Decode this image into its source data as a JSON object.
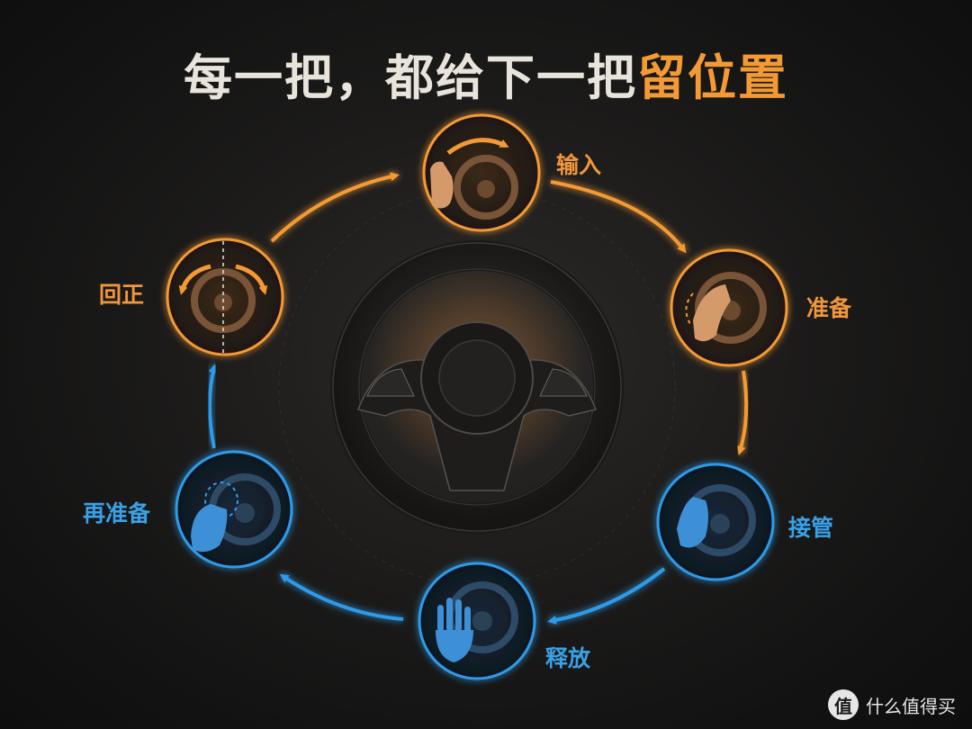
{
  "title": {
    "main": "每一把，都给下一把",
    "accent": "留位置"
  },
  "steps": [
    {
      "label": "输入",
      "phase": "orange"
    },
    {
      "label": "准备",
      "phase": "orange"
    },
    {
      "label": "接管",
      "phase": "blue"
    },
    {
      "label": "释放",
      "phase": "blue"
    },
    {
      "label": "再准备",
      "phase": "blue"
    },
    {
      "label": "回正",
      "phase": "orange"
    }
  ],
  "colors": {
    "orange": "#f39a35",
    "blue": "#2f9be8",
    "background": "#161616"
  },
  "watermark": {
    "text": "什么值得买",
    "logo": "值"
  }
}
